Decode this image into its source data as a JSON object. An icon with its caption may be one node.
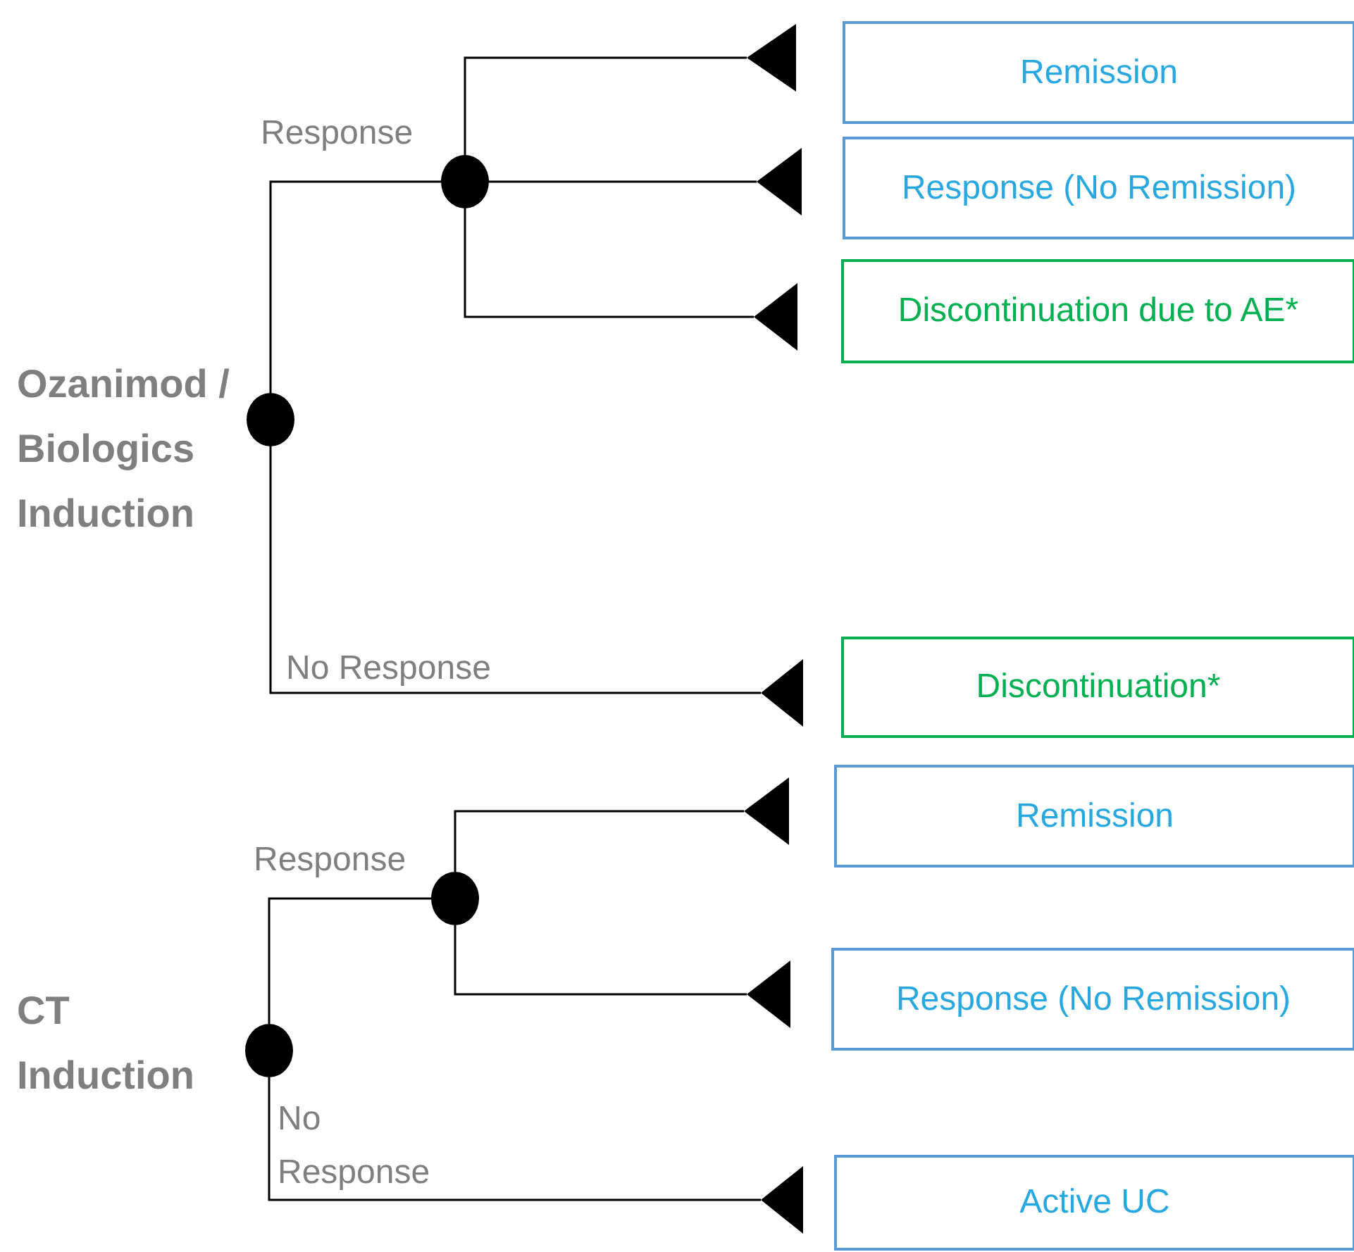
{
  "diagram": {
    "nodes": [
      {
        "text": [],
        "shape": "circle",
        "beside": [
          "Ozanimod / Biologics Induction"
        ]
      },
      {
        "text": [],
        "shape": "circle"
      },
      {
        "text": [],
        "shape": "triangle"
      },
      {
        "text": [
          "Remission"
        ]
      },
      {
        "text": [],
        "shape": "triangle"
      },
      {
        "text": [
          "Response (No Remission)"
        ]
      },
      {
        "text": [],
        "shape": "triangle"
      },
      {
        "text": [
          "Discontinuation due to AE*"
        ]
      },
      {
        "text": [],
        "shape": "triangle"
      },
      {
        "text": [
          "Discontinuation*"
        ]
      },
      {
        "text": [],
        "shape": "circle",
        "beside": [
          "CT Induction"
        ]
      },
      {
        "text": [],
        "shape": "circle"
      },
      {
        "text": [],
        "shape": "triangle"
      },
      {
        "text": [
          "Remission"
        ]
      },
      {
        "text": [],
        "shape": "triangle"
      },
      {
        "text": [
          "Response (No Remission)"
        ]
      },
      {
        "text": [],
        "shape": "triangle"
      },
      {
        "text": [
          "Active UC"
        ]
      }
    ],
    "edges": [
      {
        "from": 0,
        "to": 1,
        "arrow": "none",
        "label": "Response"
      },
      {
        "from": 1,
        "to": 2,
        "arrow": "none"
      },
      {
        "from": 1,
        "to": 4,
        "arrow": "none"
      },
      {
        "from": 1,
        "to": 6,
        "arrow": "none"
      },
      {
        "from": 0,
        "to": 8,
        "arrow": "none",
        "label": "No Response"
      },
      {
        "from": 10,
        "to": 11,
        "arrow": "none",
        "label": "Response"
      },
      {
        "from": 11,
        "to": 12,
        "arrow": "none"
      },
      {
        "from": 11,
        "to": 14,
        "arrow": "none"
      },
      {
        "from": 10,
        "to": 16,
        "arrow": "none",
        "label": "No Response"
      }
    ]
  }
}
